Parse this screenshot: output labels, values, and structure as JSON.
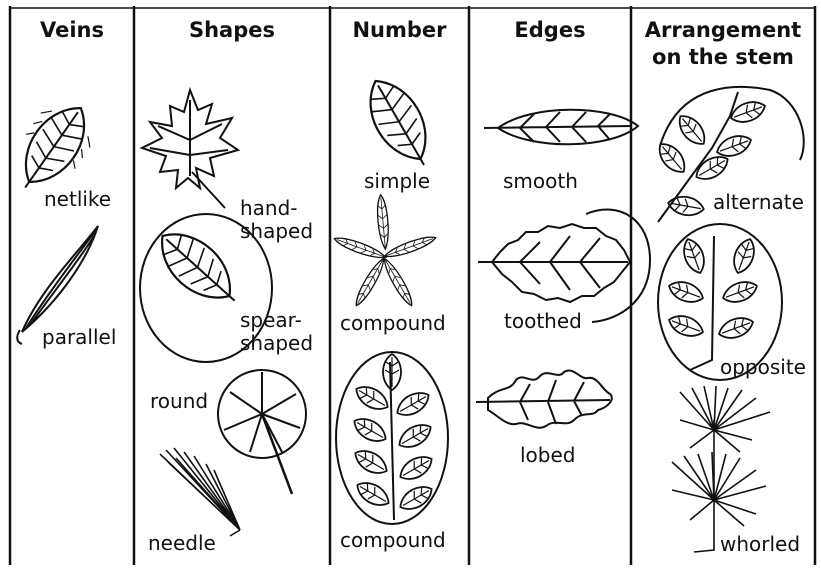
{
  "columns": [
    {
      "id": "veins",
      "header": "Veins"
    },
    {
      "id": "shapes",
      "header": "Shapes"
    },
    {
      "id": "number",
      "header": "Number"
    },
    {
      "id": "edges",
      "header": "Edges"
    },
    {
      "id": "arrangement",
      "header_line1": "Arrangement",
      "header_line2": "on the stem"
    }
  ],
  "labels": {
    "netlike": "netlike",
    "parallel": "parallel",
    "hand_1": "hand-",
    "hand_2": "shaped",
    "spear_1": "spear-",
    "spear_2": "shaped",
    "round": "round",
    "needle": "needle",
    "simple": "simple",
    "compound_1": "compound",
    "compound_2": "compound",
    "smooth": "smooth",
    "toothed": "toothed",
    "lobed": "lobed",
    "alternate": "alternate",
    "opposite": "opposite",
    "whorled": "whorled"
  },
  "colors": {
    "ink": "#111111",
    "paper": "#ffffff"
  },
  "icons": [
    "leaf-netlike",
    "leaf-parallel",
    "leaf-hand-shaped",
    "leaf-spear-shaped",
    "leaf-round",
    "needle-bundle",
    "leaf-simple",
    "leaf-palmate-compound",
    "leaf-pinnate-compound",
    "leaf-smooth-edge",
    "leaf-toothed-edge",
    "leaf-lobed-edge",
    "stem-alternate",
    "stem-opposite",
    "stem-whorled"
  ]
}
